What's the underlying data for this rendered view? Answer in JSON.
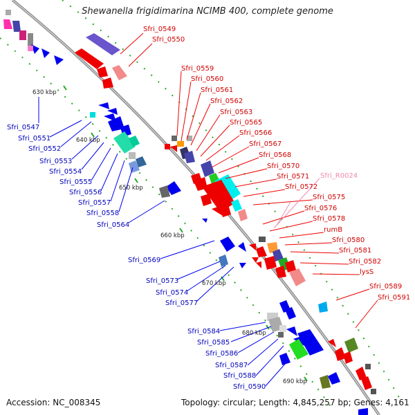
{
  "title": "Shewanella frigidimarina NCIMB 400, complete genome",
  "accession_line": "Accession: NC_008345",
  "stats_line": "Topology: circular; Length: 4,845,257 bp; Genes: 4,161",
  "colors": {
    "forward_label": "#d00000",
    "reverse_label": "#0000bb",
    "rna_label": "#f08ab0",
    "backbone": "#999999",
    "tick": "#22aa22"
  },
  "scale_labels": [
    "630 kbp",
    "640 kbp",
    "650 kbp",
    "660 kbp",
    "670 kbp",
    "680 kbp",
    "690 kbp"
  ],
  "forward_genes": [
    "Sfri_0549",
    "Sfri_0550",
    "Sfri_0559",
    "Sfri_0560",
    "Sfri_0561",
    "Sfri_0562",
    "Sfri_0563",
    "Sfri_0565",
    "Sfri_0566",
    "Sfri_0567",
    "Sfri_0568",
    "Sfri_0570",
    "Sfri_0571",
    "Sfri_0572",
    "Sfri_0575",
    "Sfri_0576",
    "Sfri_0578",
    "rumB",
    "Sfri_0580",
    "Sfri_0581",
    "Sfri_0582",
    "lysS",
    "Sfri_0589",
    "Sfri_0591"
  ],
  "rna_genes": [
    "Sfri_R0024"
  ],
  "reverse_genes": [
    "Sfri_0547",
    "Sfri_0551",
    "Sfri_0552",
    "Sfri_0553",
    "Sfri_0554",
    "Sfri_0555",
    "Sfri_0556",
    "Sfri_0557",
    "Sfri_0558",
    "Sfri_0564",
    "Sfri_0569",
    "Sfri_0573",
    "Sfri_0574",
    "Sfri_0577",
    "Sfri_0584",
    "Sfri_0585",
    "Sfri_0586",
    "Sfri_0587",
    "Sfri_0588",
    "Sfri_0590"
  ]
}
